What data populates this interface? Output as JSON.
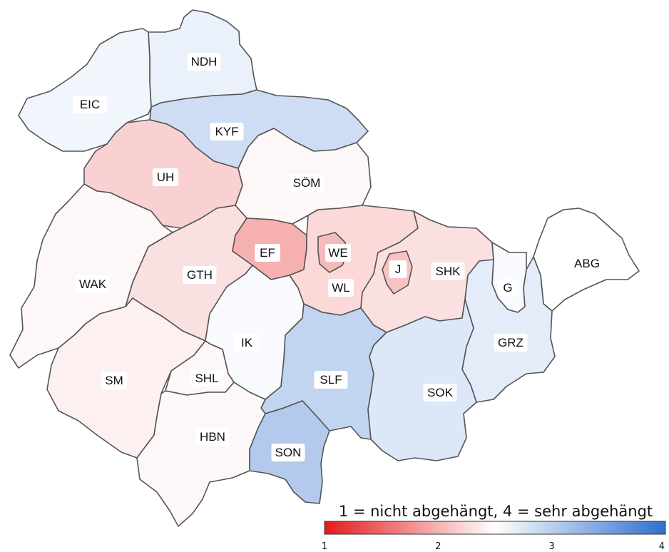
{
  "legend": {
    "title": "1 = nicht abgehängt, 4 = sehr abgehängt",
    "min": 1,
    "max": 4,
    "ticks": [
      "1",
      "2",
      "3",
      "4"
    ],
    "colors": {
      "low": "#e41a1c",
      "mid": "#ffffff",
      "high": "#2f6fce"
    }
  },
  "districts": [
    {
      "code": "NDH",
      "value": 2.65
    },
    {
      "code": "EIC",
      "value": 2.6
    },
    {
      "code": "KYF",
      "value": 2.85
    },
    {
      "code": "UH",
      "value": 2.2
    },
    {
      "code": "SÖM",
      "value": 2.45
    },
    {
      "code": "EF",
      "value": 1.98
    },
    {
      "code": "WE",
      "value": 2.05
    },
    {
      "code": "WL",
      "value": 2.25
    },
    {
      "code": "J",
      "value": 2.1
    },
    {
      "code": "SHK",
      "value": 2.3
    },
    {
      "code": "ABG",
      "value": 2.5
    },
    {
      "code": "G",
      "value": 2.55
    },
    {
      "code": "GRZ",
      "value": 2.7
    },
    {
      "code": "WAK",
      "value": 2.45
    },
    {
      "code": "GTH",
      "value": 2.3
    },
    {
      "code": "IK",
      "value": 2.55
    },
    {
      "code": "SM",
      "value": 2.4
    },
    {
      "code": "SHL",
      "value": 2.45
    },
    {
      "code": "SLF",
      "value": 2.95
    },
    {
      "code": "SOK",
      "value": 2.75
    },
    {
      "code": "HBN",
      "value": 2.45
    },
    {
      "code": "SON",
      "value": 3.05
    }
  ]
}
